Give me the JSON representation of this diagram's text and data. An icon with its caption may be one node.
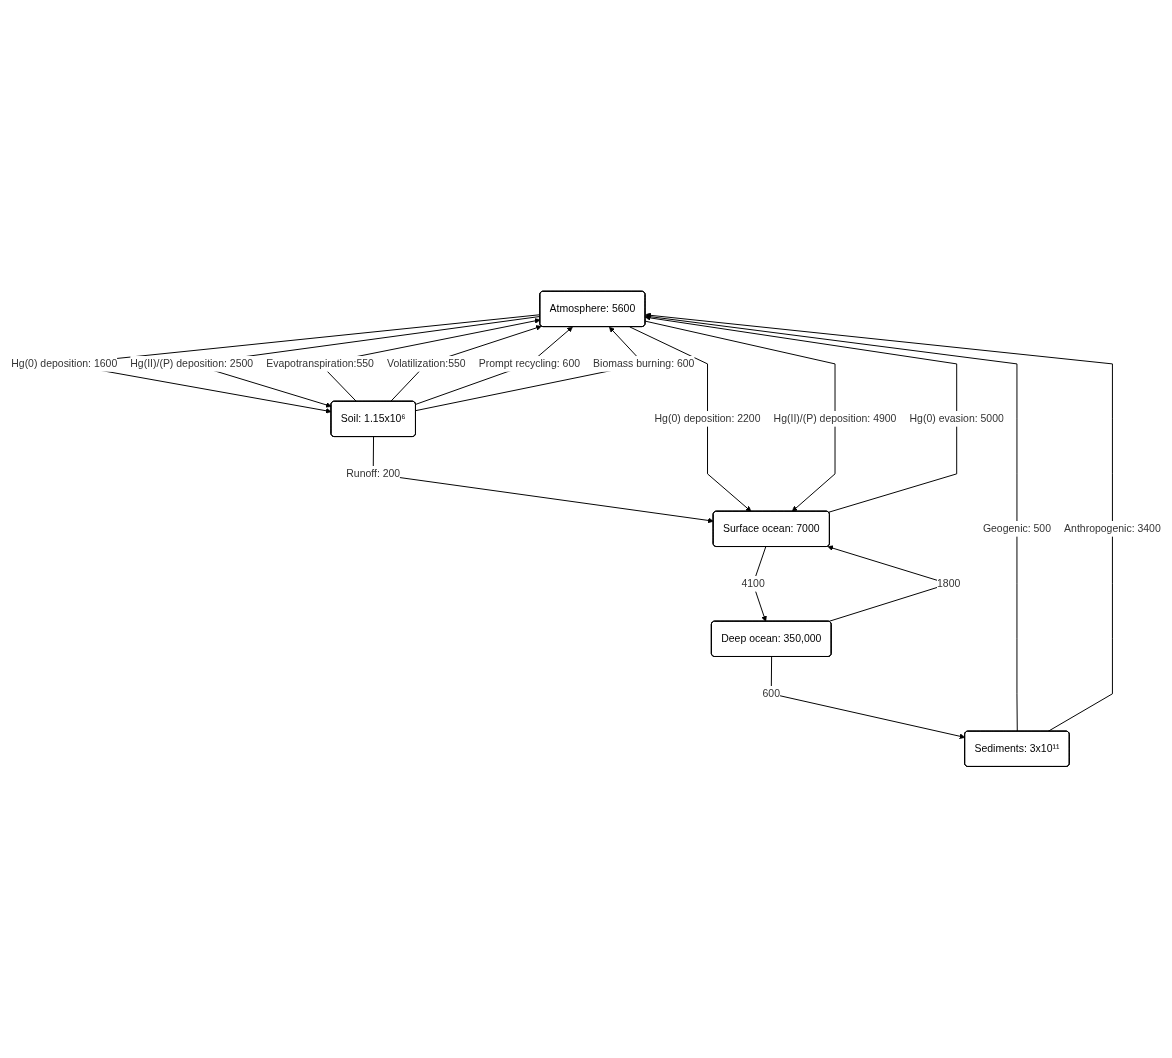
{
  "diagram": {
    "nodes": [
      {
        "text": [
          "Atmosphere: 5600"
        ]
      },
      {
        "text": [
          "Soil: 1.15x10⁶"
        ]
      },
      {
        "text": [
          "Surface ocean: 7000"
        ]
      },
      {
        "text": [
          "Deep ocean: 350,000"
        ]
      },
      {
        "text": [
          "Sediments: 3x10¹¹"
        ]
      }
    ],
    "edges": [
      {
        "from": 4,
        "to": 0,
        "arrow": "to",
        "label": "Geogenic: 500"
      },
      {
        "from": 4,
        "to": 0,
        "arrow": "to",
        "label": "Anthropogenic: 3400"
      },
      {
        "from": 1,
        "to": 0,
        "arrow": "to",
        "label": "Evapotranspiration:550"
      },
      {
        "from": 1,
        "to": 0,
        "arrow": "to",
        "label": "Volatilization:550"
      },
      {
        "from": 0,
        "to": 1,
        "arrow": "to",
        "label": "Hg(0) deposition: 1600"
      },
      {
        "from": 0,
        "to": 1,
        "arrow": "to",
        "label": "Hg(II)/(P) deposition: 2500"
      },
      {
        "from": 1,
        "to": 0,
        "arrow": "to",
        "label": "Prompt recycling: 600"
      },
      {
        "from": 1,
        "to": 0,
        "arrow": "to",
        "label": "Biomass burning: 600"
      },
      {
        "from": 1,
        "to": 2,
        "arrow": "to",
        "label": "Runoff: 200"
      },
      {
        "from": 2,
        "to": 0,
        "arrow": "to",
        "label": "Hg(0) evasion: 5000"
      },
      {
        "from": 0,
        "to": 2,
        "arrow": "to",
        "label": "Hg(0) deposition: 2200"
      },
      {
        "from": 0,
        "to": 2,
        "arrow": "to",
        "label": "Hg(II)/(P) deposition: 4900"
      },
      {
        "from": 2,
        "to": 3,
        "arrow": "to",
        "label": "4100"
      },
      {
        "from": 3,
        "to": 2,
        "arrow": "to",
        "label": "1800"
      },
      {
        "from": 3,
        "to": 4,
        "arrow": "to",
        "label": "600"
      }
    ]
  }
}
